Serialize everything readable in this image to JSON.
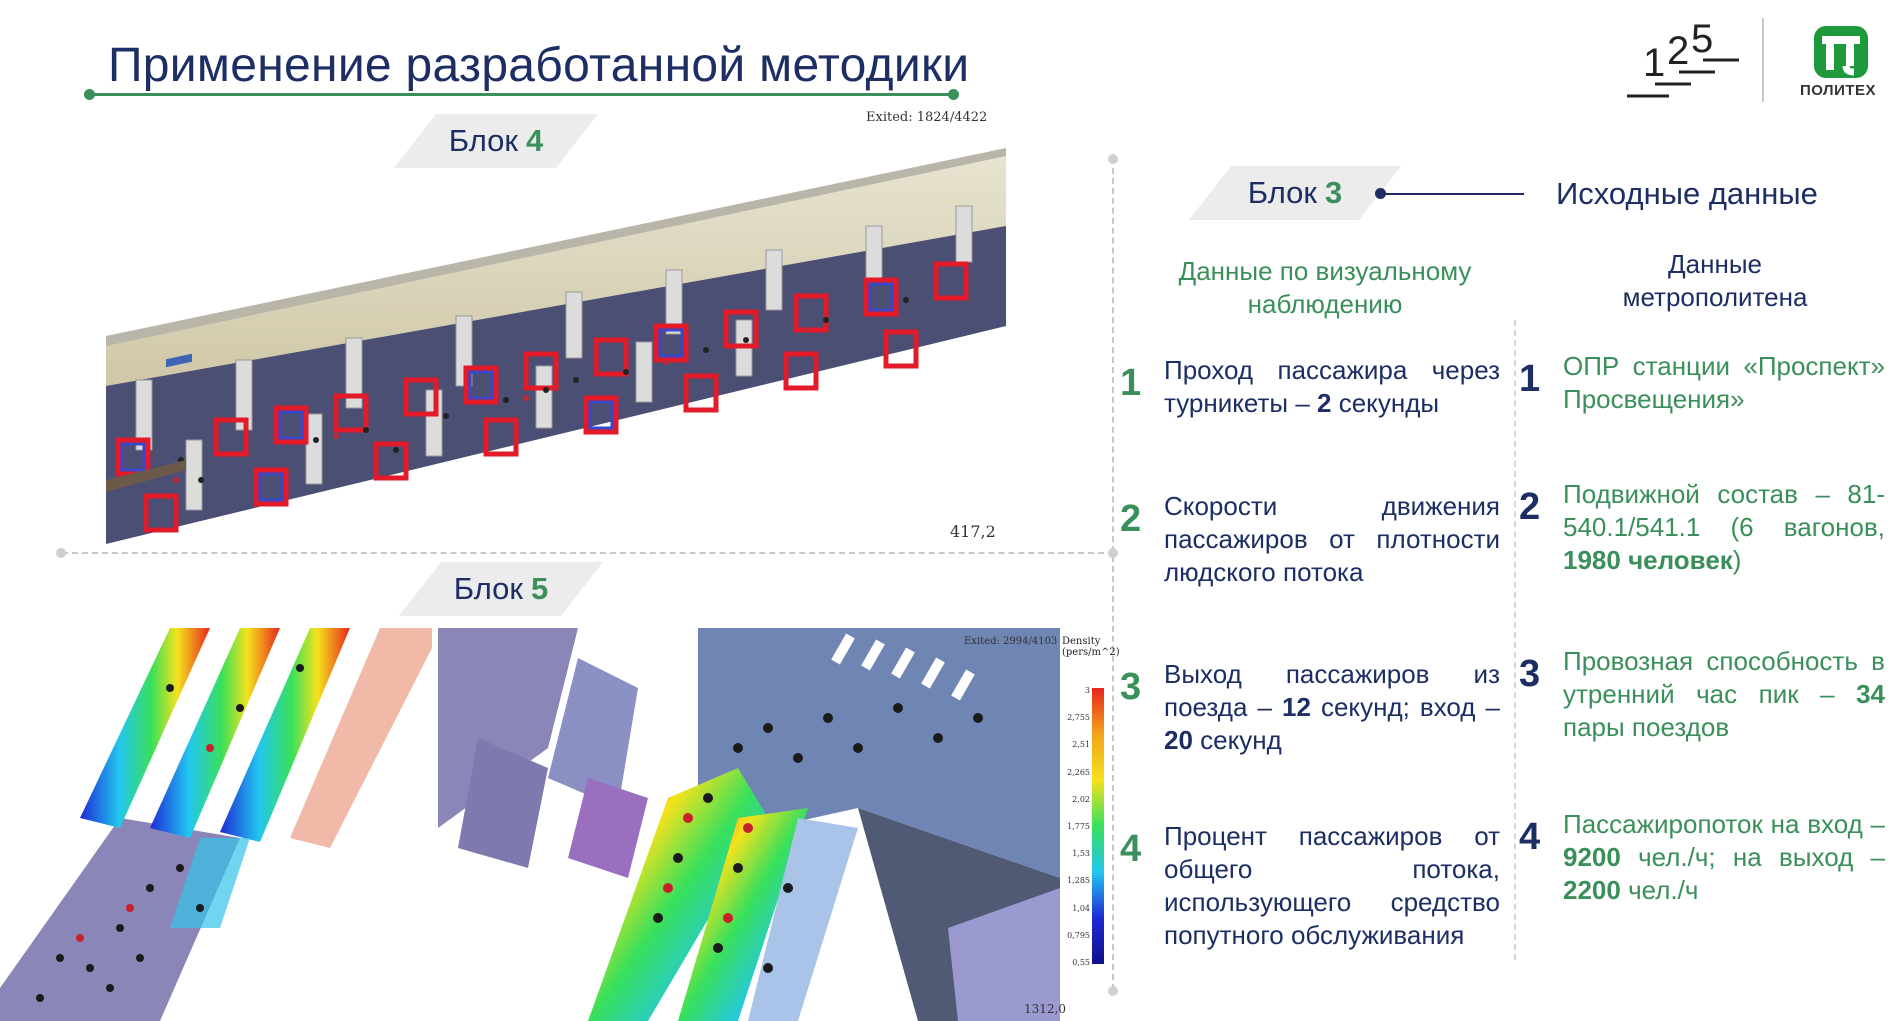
{
  "title": "Применение разработанной методики",
  "logos": {
    "anniversary": "125",
    "university": "ПОЛИТЕХ"
  },
  "blocks": {
    "block4": {
      "label": "Блок",
      "number": "4"
    },
    "block5": {
      "label": "Блок",
      "number": "5"
    },
    "block3": {
      "label": "Блок",
      "number": "3"
    }
  },
  "image_top": {
    "exited": "Exited: 1824/4422",
    "timestamp": "417,2"
  },
  "image_bottom": {
    "exited": "Exited: 2994/4103",
    "timestamp": "1312,0",
    "legend_title": "Density (pers/m^2)",
    "legend_ticks": [
      "3",
      "2,755",
      "2,51",
      "2,265",
      "2,02",
      "1,775",
      "1,53",
      "1,285",
      "1,04",
      "0,795",
      "0,55"
    ]
  },
  "source": {
    "title": "Исходные данные"
  },
  "columns": {
    "observation": {
      "header": "Данные по визуальному наблюдению",
      "items": [
        {
          "num": "1",
          "parts": [
            "Проход пассажира через турникеты – ",
            "2",
            " секунды"
          ]
        },
        {
          "num": "2",
          "parts": [
            "Скорости движения пассажиров от плотности людского потока"
          ]
        },
        {
          "num": "3",
          "parts": [
            "Выход пассажиров из поезда – ",
            "12",
            " секунд; вход – ",
            "20",
            " секунд"
          ]
        },
        {
          "num": "4",
          "parts": [
            "Процент пассажиров от общего потока, использующего средство попутного обслуживания"
          ]
        }
      ]
    },
    "metro": {
      "header": "Данные метрополитена",
      "items": [
        {
          "num": "1",
          "parts": [
            "ОПР станции «Проспект» Просвещения»"
          ]
        },
        {
          "num": "2",
          "parts": [
            "Подвижной состав – 81-540.1/541.1 (6 вагонов, ",
            "1980 человек",
            ")"
          ]
        },
        {
          "num": "3",
          "parts": [
            "Провозная способность в утренний час пик – ",
            "34",
            " пары поездов"
          ]
        },
        {
          "num": "4",
          "parts": [
            "Пассажиропоток на вход – ",
            "9200",
            " чел./ч; на выход – ",
            "2200",
            " чел./ч"
          ]
        }
      ]
    }
  },
  "colors": {
    "navy": "#1c2e63",
    "green": "#3a8f5a",
    "tag_bg": "#ececec"
  }
}
